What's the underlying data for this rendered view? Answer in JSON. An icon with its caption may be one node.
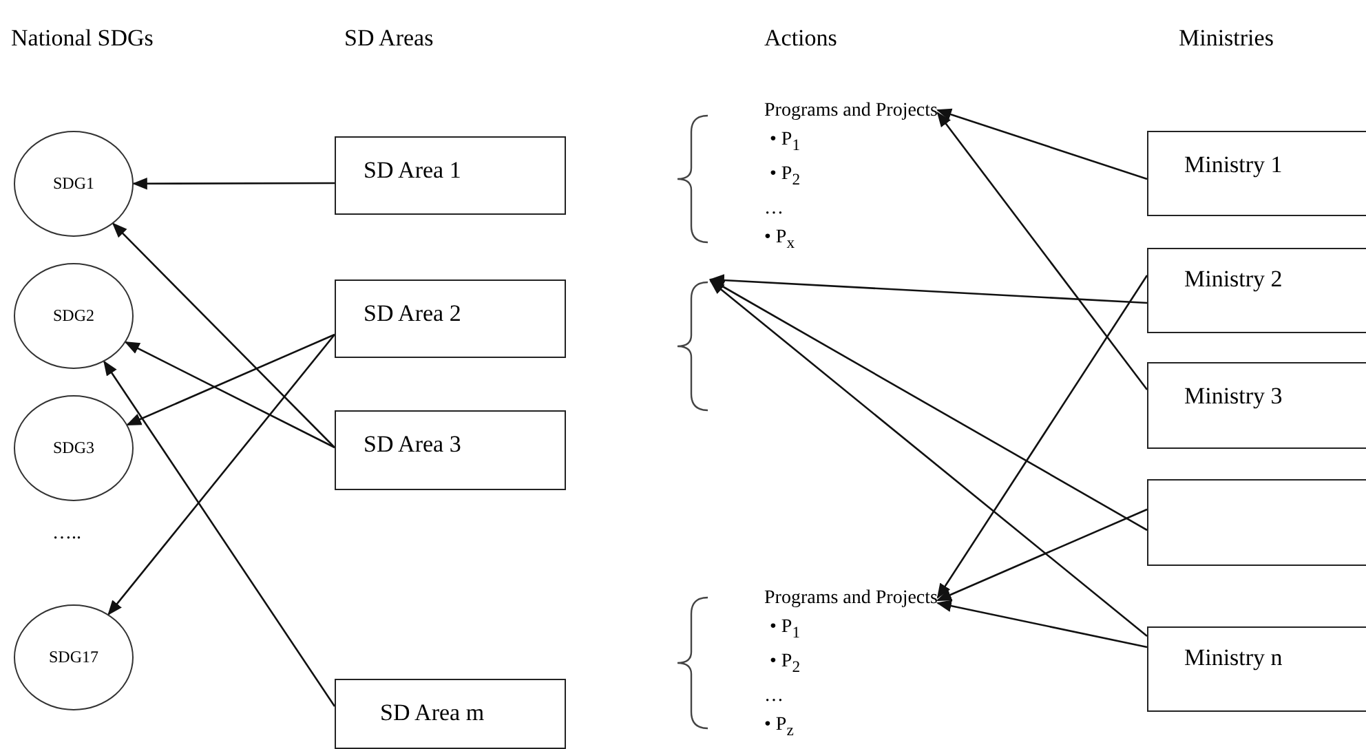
{
  "diagram": {
    "nodes": [
      {
        "text": [
          "SDG1"
        ]
      },
      {
        "text": [
          "SDG2"
        ]
      },
      {
        "text": [
          "SDG3"
        ]
      },
      {
        "text": [
          "SDG17"
        ]
      },
      {
        "text": [
          "SD Area 1"
        ]
      },
      {
        "text": [
          "SD Area 2"
        ]
      },
      {
        "text": [
          "SD Area 3"
        ]
      },
      {
        "text": [
          "SD Area m"
        ]
      },
      {
        "text": [
          "Programs and Projects",
          "• P$_{1}$",
          "• P$_{2}$",
          "…",
          "• P$_{x}$"
        ]
      },
      {
        "text": [],
        "shape": "bracket"
      },
      {
        "text": [
          "Programs and Projects",
          "• P$_{1}$",
          "• P$_{2}$",
          "…",
          "• P$_{z}$"
        ]
      },
      {
        "text": [
          "Ministry 1"
        ]
      },
      {
        "text": [
          "Ministry 2"
        ]
      },
      {
        "text": [
          "Ministry 3"
        ]
      },
      {
        "text": [],
        "shape": "box"
      },
      {
        "text": [
          "Ministry n"
        ]
      }
    ],
    "edges": [
      {
        "from": 4,
        "to": 0,
        "arrow": "to"
      },
      {
        "from": 6,
        "to": 0,
        "arrow": "to"
      },
      {
        "from": 6,
        "to": 1,
        "arrow": "to"
      },
      {
        "from": 5,
        "to": 2,
        "arrow": "to"
      },
      {
        "from": 5,
        "to": 3,
        "arrow": "to"
      },
      {
        "from": 7,
        "to": 1,
        "arrow": "to"
      },
      {
        "from": 11,
        "to": 8,
        "arrow": "to"
      },
      {
        "from": 13,
        "to": 8,
        "arrow": "to"
      },
      {
        "from": 12,
        "to": 9,
        "arrow": "to"
      },
      {
        "from": 14,
        "to": 9,
        "arrow": "to"
      },
      {
        "from": 15,
        "to": 9,
        "arrow": "to"
      },
      {
        "from": 12,
        "to": 10,
        "arrow": "to"
      },
      {
        "from": 14,
        "to": 10,
        "arrow": "to"
      },
      {
        "from": 15,
        "to": 10,
        "arrow": "to"
      }
    ],
    "labels": [
      "National SDGs",
      "SD Areas",
      "Actions",
      "Ministries",
      "….."
    ]
  }
}
